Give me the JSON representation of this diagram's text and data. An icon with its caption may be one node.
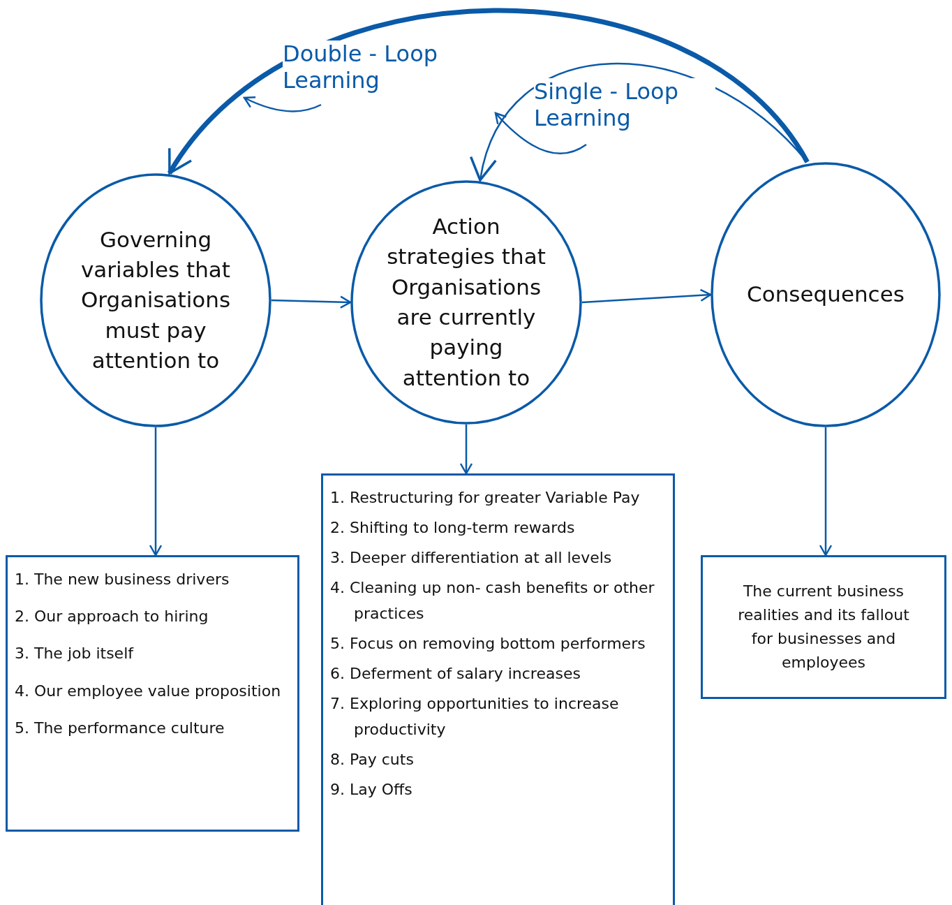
{
  "diagram": {
    "nodes": [
      {
        "text": [
          "Governing variables that Organisations must pay attention to"
        ]
      },
      {
        "text": [
          "Action strategies that Organisations are currently paying attention to"
        ]
      },
      {
        "text": [
          "Consequences"
        ]
      },
      {
        "text": [
          "1. The new business drivers",
          "2. Our approach to hiring",
          "3. The job itself",
          "4. Our employee value proposition",
          "5. The performance culture"
        ]
      },
      {
        "text": [
          "1. Restructuring for greater Variable Pay",
          "2. Shifting to long-term rewards",
          "3. Deeper differentiation at all levels",
          "4. Cleaning up non- cash benefits or other practices",
          "5. Focus on removing bottom performers",
          "6. Deferment of salary increases",
          "7. Exploring opportunities to increase productivity",
          "8. Pay cuts",
          "9. Lay Offs"
        ]
      },
      {
        "text": [
          "The current business realities and its fallout for businesses and employees"
        ]
      }
    ],
    "edges": [
      {
        "from": 0,
        "to": 1,
        "arrow": "to"
      },
      {
        "from": 1,
        "to": 2,
        "arrow": "to"
      },
      {
        "from": 0,
        "to": 3,
        "arrow": "to"
      },
      {
        "from": 1,
        "to": 4,
        "arrow": "to"
      },
      {
        "from": 2,
        "to": 5,
        "arrow": "to"
      },
      {
        "from": 2,
        "to": 0,
        "arrow": "to",
        "label": "Double - Loop Learning",
        "style": "thick"
      },
      {
        "from": 2,
        "to": 1,
        "arrow": "to",
        "label": "Single - Loop Learning"
      }
    ]
  }
}
